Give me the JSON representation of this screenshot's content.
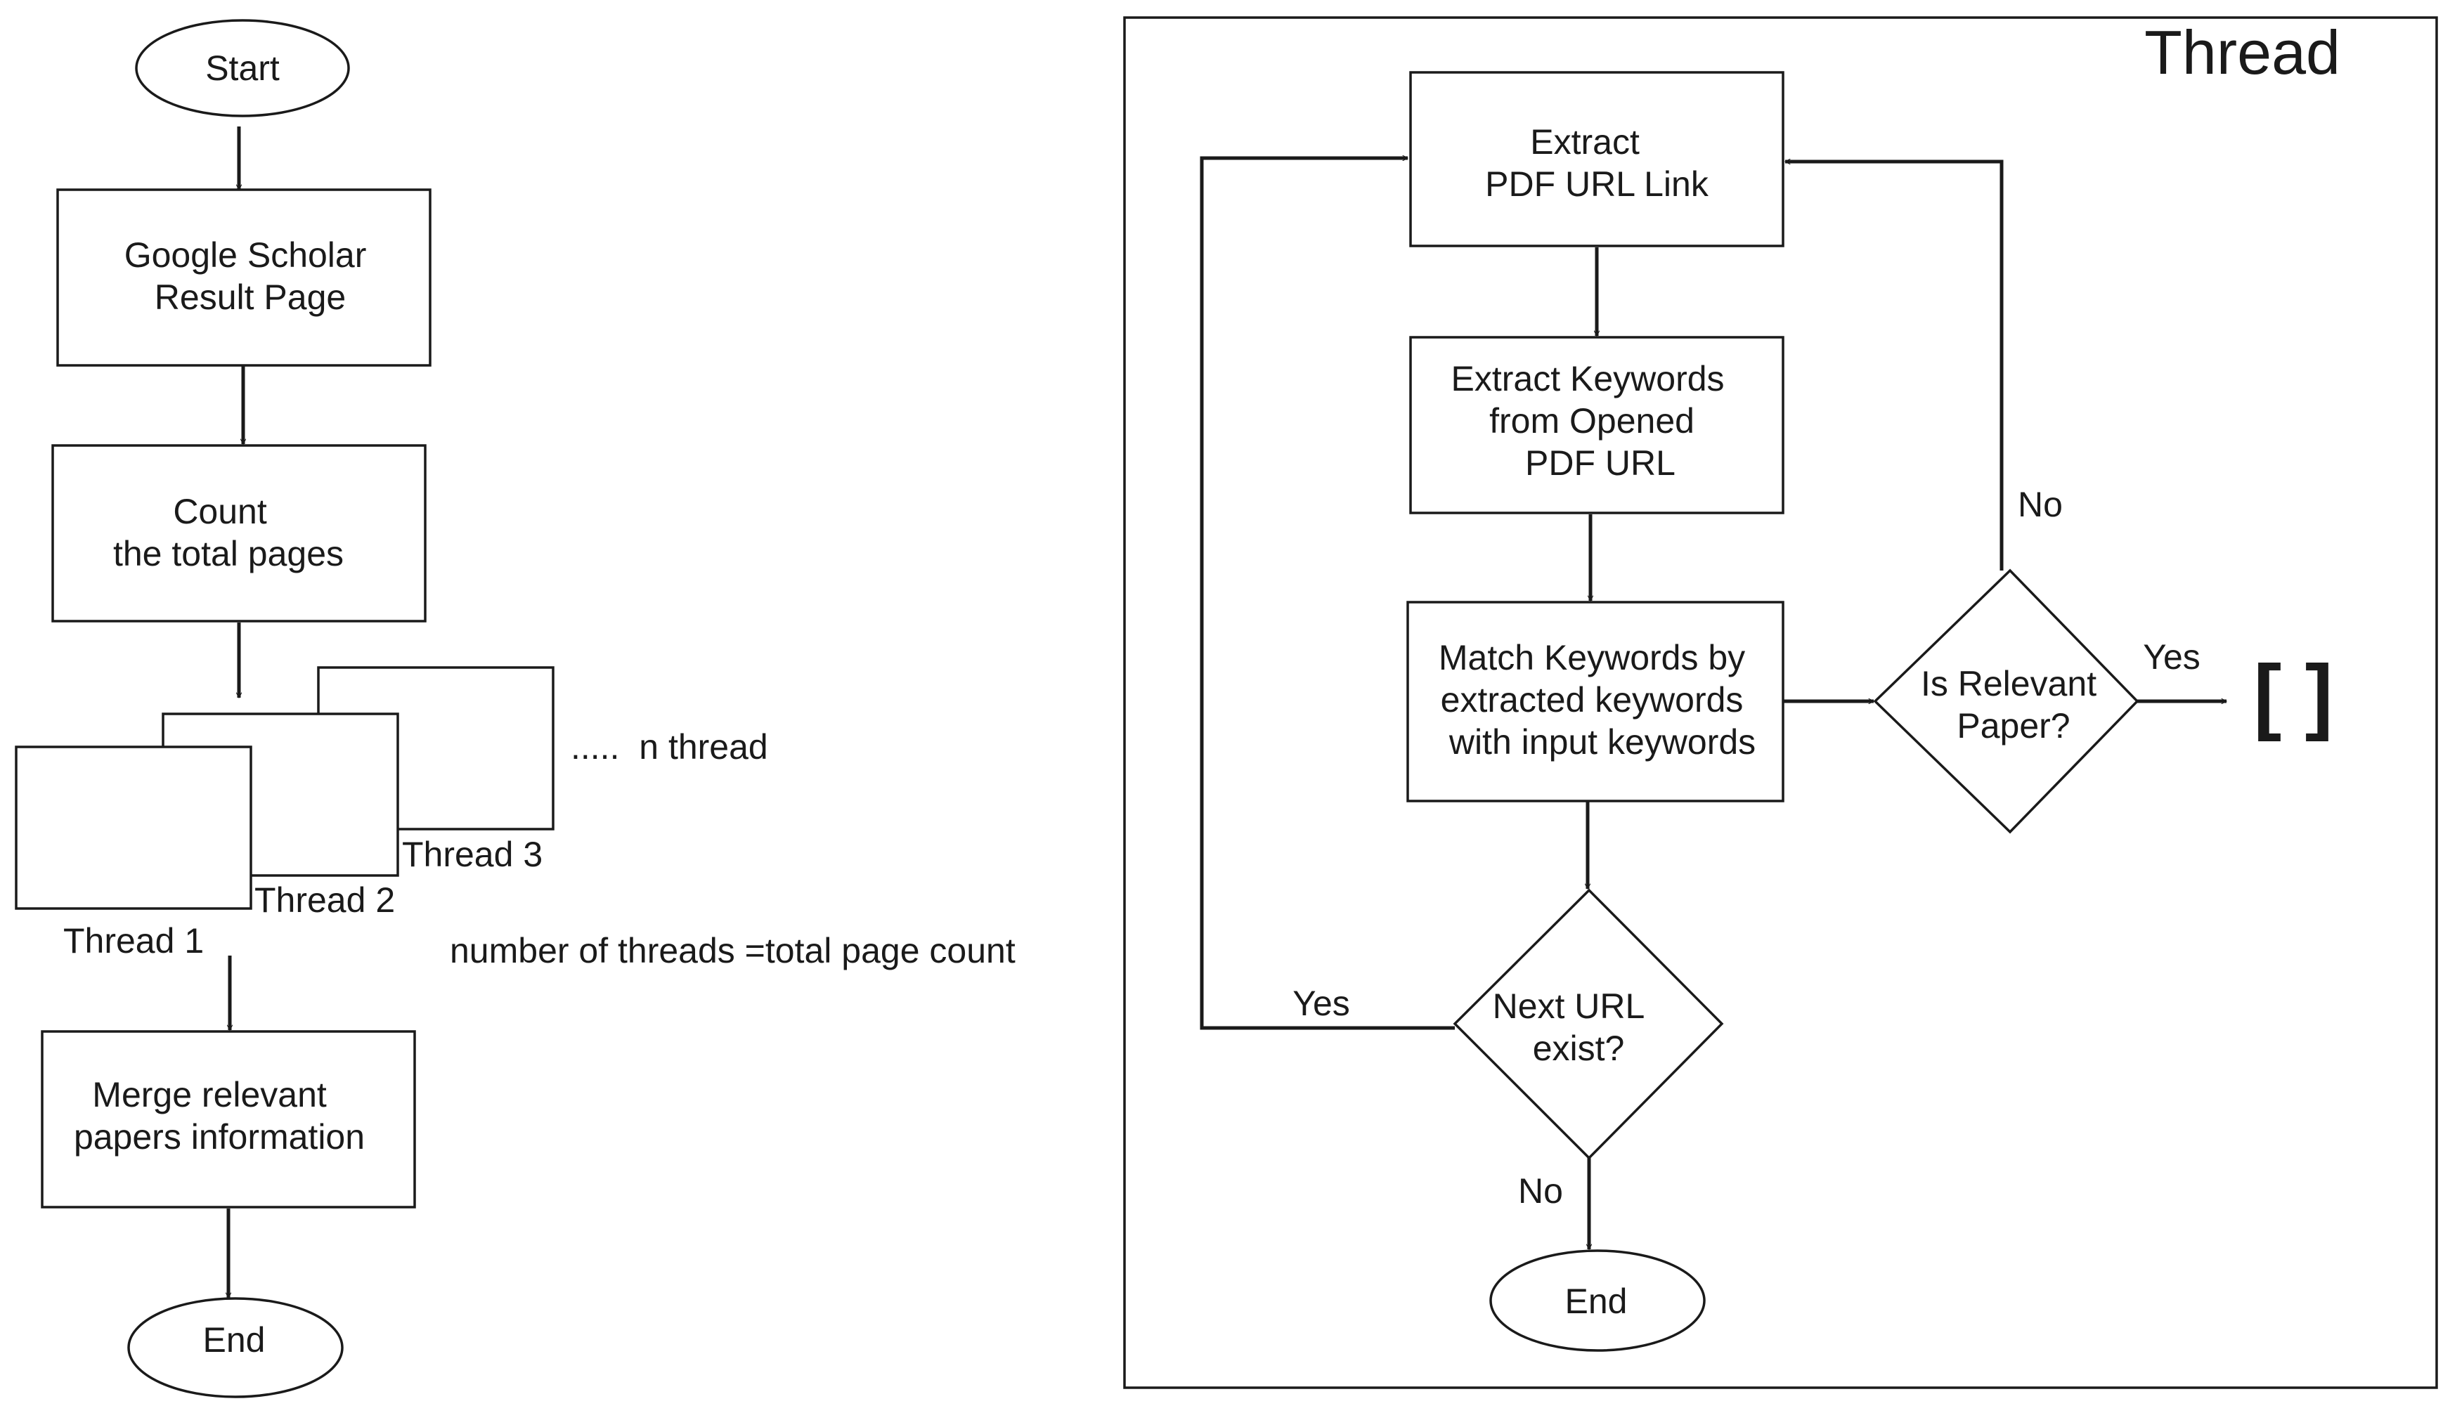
{
  "left_flow": {
    "start": "Start",
    "results_page": [
      "Google Scholar",
      "Result Page"
    ],
    "count_pages": [
      "Count",
      "the total pages"
    ],
    "thread_1": "Thread 1",
    "thread_2": "Thread 2",
    "thread_3": "Thread 3",
    "n_thread": ".....  n thread",
    "threads_note": "number of threads =total page count",
    "merge": [
      "Merge relevant",
      "papers information"
    ],
    "end": "End"
  },
  "thread_panel": {
    "title": "Thread",
    "extract_pdf": [
      "Extract",
      "PDF URL Link"
    ],
    "extract_keywords": [
      "Extract Keywords",
      "from Opened",
      "PDF URL"
    ],
    "match_keywords": [
      "Match Keywords by",
      "extracted keywords",
      "with input keywords"
    ],
    "is_relevant": [
      "Is Relevant",
      "Paper?"
    ],
    "next_url": [
      "Next URL",
      "exist?"
    ],
    "yes_relevant": "Yes",
    "no_relevant": "No",
    "yes_next": "Yes",
    "no_next": "No",
    "result_list": "[ ]",
    "end": "End"
  }
}
